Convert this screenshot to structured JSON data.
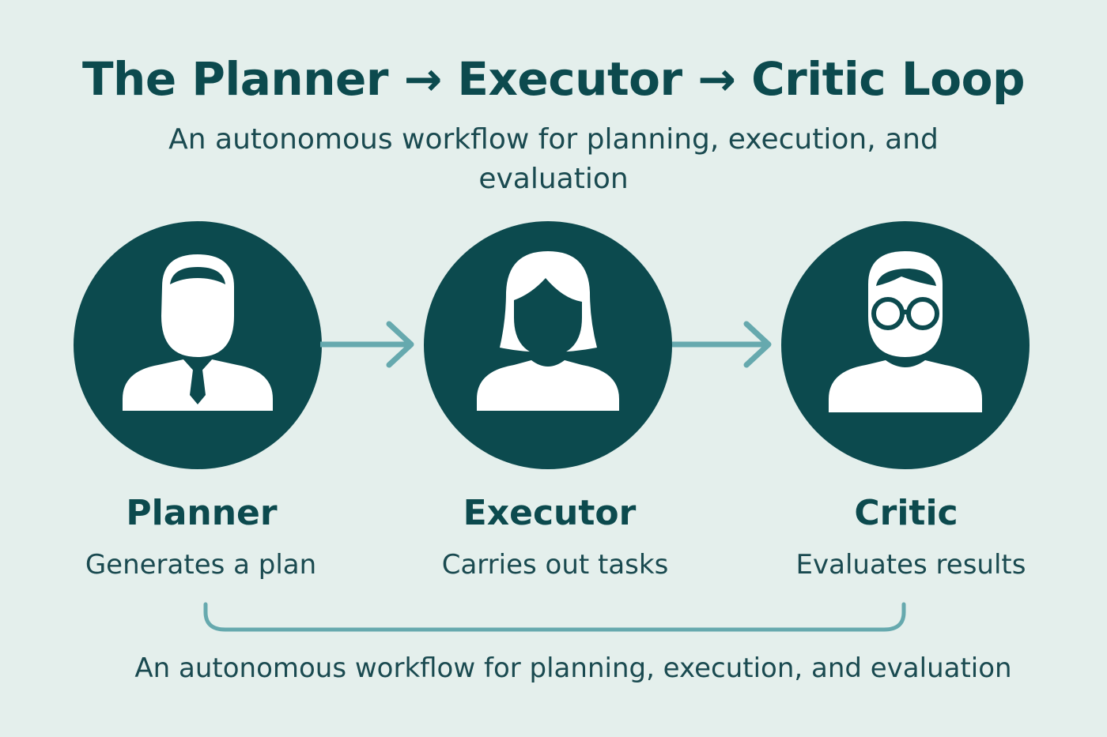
{
  "header": {
    "title": "The Planner → Executor → Critic Loop",
    "subtitle": "An autonomous workflow for planning, execution, and evaluation"
  },
  "roles": [
    {
      "name": "Planner",
      "description": "Generates a plan",
      "icon": "businessman-icon"
    },
    {
      "name": "Executor",
      "description": "Carries out tasks",
      "icon": "woman-icon"
    },
    {
      "name": "Critic",
      "description": "Evaluates results",
      "icon": "person-with-glasses-icon"
    }
  ],
  "footer": {
    "caption": "An autonomous workflow for planning, execution, and evaluation"
  },
  "colors": {
    "background": "#e4efec",
    "primary": "#0c4a4e",
    "text": "#1a4a50",
    "arrow": "#66a9ae",
    "icon": "#ffffff"
  }
}
